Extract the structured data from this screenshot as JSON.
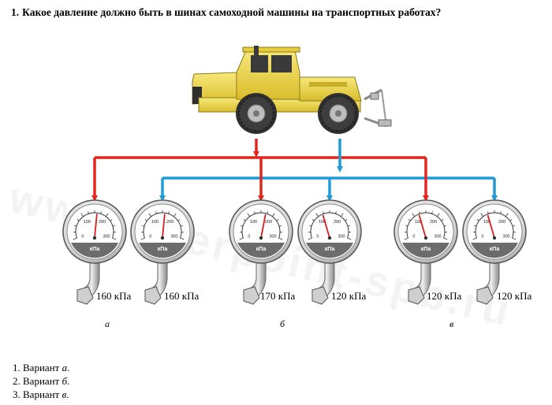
{
  "question": {
    "number": "1.",
    "text": "Какое давление должно быть в шинах самоходной машины на транспортных работах?"
  },
  "watermark": "www.liderpoint-spb.ru",
  "colors": {
    "front_line": "#e2261d",
    "rear_line": "#1e9ad6",
    "vehicle_body": "#f2dc52",
    "needle": "#d81e1e"
  },
  "gauge": {
    "unit": "кПа",
    "tick_labels": [
      "0",
      "100",
      "200",
      "300"
    ]
  },
  "groups": [
    {
      "label": "а",
      "readings": [
        "160 кПа",
        "160 кПа"
      ]
    },
    {
      "label": "б",
      "readings": [
        "170 кПа",
        "120 кПа"
      ]
    },
    {
      "label": "в",
      "readings": [
        "120 кПа",
        "120 кПа"
      ]
    }
  ],
  "options": [
    {
      "prefix": "1. Вариант ",
      "letter": "а",
      "suffix": "."
    },
    {
      "prefix": "2. Вариант ",
      "letter": "б",
      "suffix": "."
    },
    {
      "prefix": "3. Вариант ",
      "letter": "в",
      "suffix": "."
    }
  ]
}
